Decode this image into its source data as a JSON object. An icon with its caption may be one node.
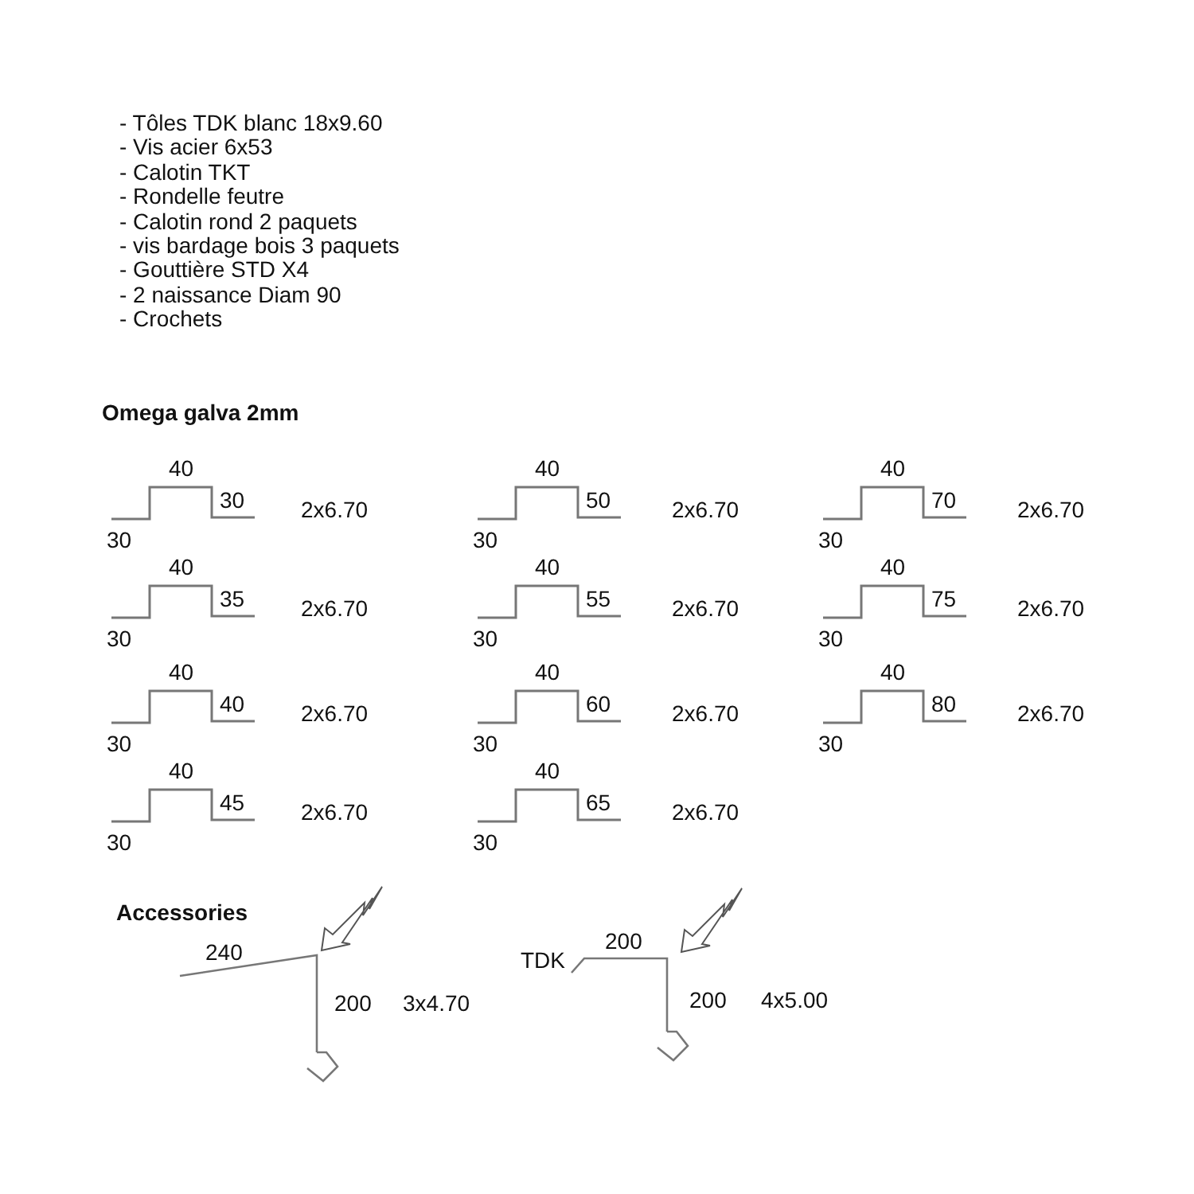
{
  "diagram": {
    "labels": [
      "- Tôles TDK blanc 18x9.60",
      "- Vis acier 6x53",
      "- Calotin TKT",
      "- Rondelle feutre",
      "- Calotin rond 2 paquets",
      "- vis bardage bois 3 paquets",
      "- Gouttière STD X4",
      "- 2 naissance Diam 90",
      "- Crochets",
      "Omega galva 2mm",
      "40",
      "30",
      "30",
      "2x6.70",
      "40",
      "50",
      "30",
      "2x6.70",
      "40",
      "70",
      "30",
      "2x6.70",
      "40",
      "35",
      "30",
      "2x6.70",
      "40",
      "55",
      "30",
      "2x6.70",
      "40",
      "75",
      "30",
      "2x6.70",
      "40",
      "40",
      "30",
      "2x6.70",
      "40",
      "60",
      "30",
      "2x6.70",
      "40",
      "80",
      "30",
      "2x6.70",
      "40",
      "45",
      "30",
      "2x6.70",
      "40",
      "65",
      "30",
      "2x6.70",
      "Accessories",
      "240",
      "200",
      "3x4.70",
      "TDK",
      "200",
      "200",
      "4x5.00"
    ]
  }
}
